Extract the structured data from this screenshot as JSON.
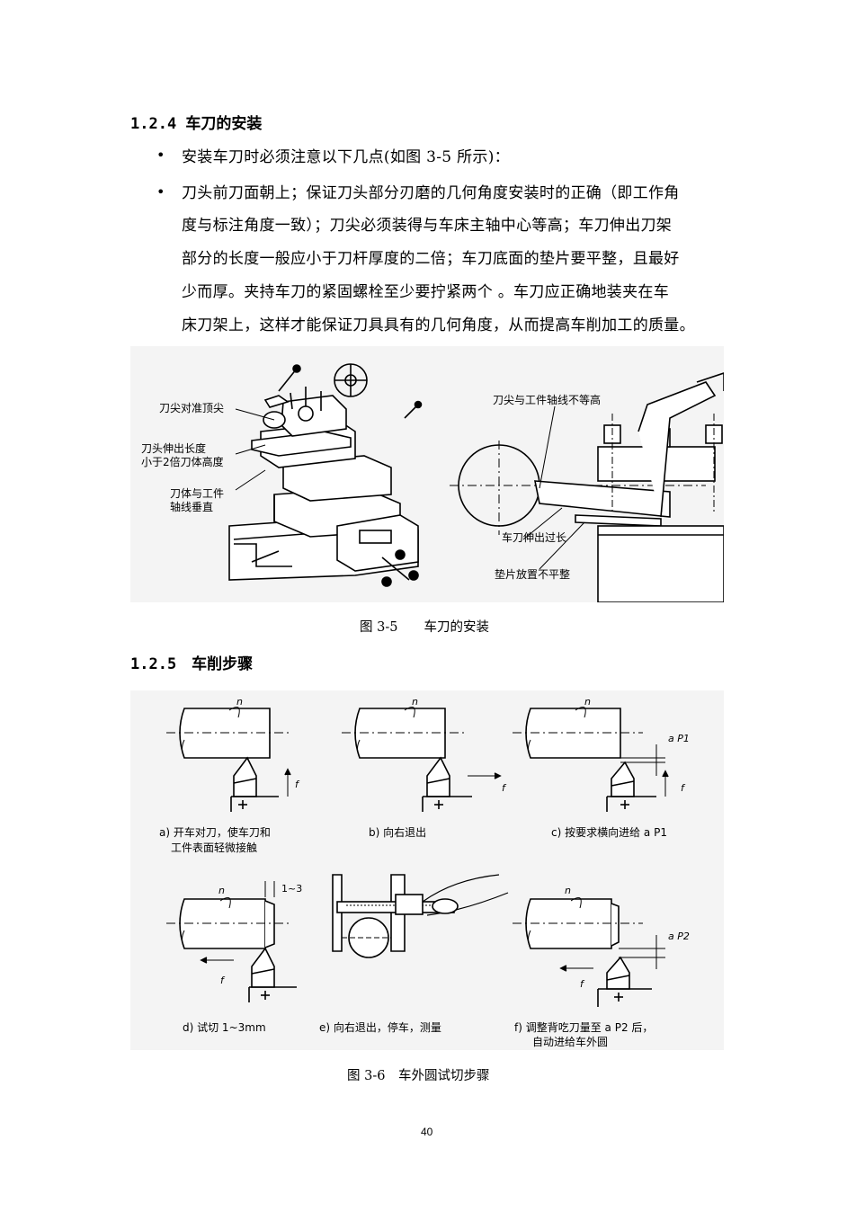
{
  "section_124": {
    "title": "1.2.4 车刀的安装",
    "bullets": [
      {
        "lines": [
          "安装车刀时必须注意以下几点(如图 3-5 所示)："
        ]
      },
      {
        "lines": [
          "刀头前刀面朝上；保证刀头部分刃磨的几何角度安装时的正确（即工作角",
          "度与标注角度一致）；刀尖必须装得与车床主轴中心等高；车刀伸出刀架",
          "部分的长度一般应小于刀杆厚度的二倍；车刀底面的垫片要平整，且最好",
          "少而厚。夹持车刀的紧固螺栓至少要拧紧两个 。车刀应正确地装夹在车",
          "床刀架上，这样才能保证刀具具有的几何角度，从而提高车削加工的质量。"
        ]
      }
    ]
  },
  "figure_35": {
    "labels": {
      "tip_center": "刀尖对准顶尖",
      "overhang_1": "刀头伸出长度",
      "overhang_2": "小于2倍刀体高度",
      "perp_1": "刀体与工件",
      "perp_2": "轴线垂直",
      "not_level": "刀尖与工件轴线不等高",
      "too_long": "车刀伸出过长",
      "shim": "垫片放置不平整"
    },
    "caption": "图 3-5　　车刀的安装"
  },
  "section_125": {
    "title": "1.2.5　车削步骤"
  },
  "figure_36": {
    "symbols": {
      "n": "n",
      "f": "f",
      "ap1": "a P1",
      "ap2": "a P2",
      "range": "1~3"
    },
    "steps": {
      "a_1": "a) 开车对刀，使车刀和",
      "a_2": "工件表面轻微接触",
      "b": "b) 向右退出",
      "c": "c) 按要求横向进给 a P1",
      "d": "d) 试切 1~3mm",
      "e": "e) 向右退出，停车，测量",
      "f_1": "f) 调整背吃刀量至 a P2 后，",
      "f_2": "自动进给车外圆"
    },
    "caption": "图 3-6　车外圆试切步骤"
  },
  "page_number": "40"
}
